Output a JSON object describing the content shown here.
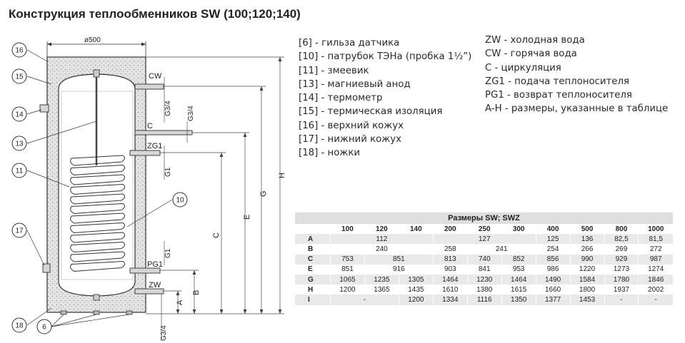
{
  "title": "Конструкция теплообменников SW (100;120;140)",
  "drawing": {
    "diameter_label": "ø500",
    "callouts": [
      "16",
      "15",
      "14",
      "13",
      "11",
      "10",
      "17",
      "18",
      "6"
    ],
    "connections": [
      "CW",
      "C",
      "ZG1",
      "PG1",
      "ZW"
    ],
    "thread_labels": [
      "G3/4",
      "G3/4",
      "G1",
      "G1",
      "G3/4"
    ],
    "dimension_letters": [
      "H",
      "G",
      "E",
      "C",
      "B",
      "A"
    ]
  },
  "legend_left": [
    "[6] - гильза датчика",
    "[10] - патрубок ТЭНа (пробка 1½”)",
    "[11] - змеевик",
    "[13] - магниевый анод",
    "[14] - термометр",
    "[15] - термическая изоляция",
    "[16] - верхний кожух",
    "[17] - нижний кожух",
    "[18] - ножки"
  ],
  "legend_right": [
    "ZW - холодная вода",
    "CW - горячая вода",
    "C - циркуляция",
    "ZG1 - подача теплоносителя",
    "PG1 - возврат теплоносителя",
    "A-H - размеры, указанные в таблице"
  ],
  "table": {
    "caption": "Размеры SW; SWZ",
    "columns": [
      "100",
      "120",
      "140",
      "200",
      "250",
      "300",
      "400",
      "500",
      "800",
      "1000"
    ],
    "rows": [
      {
        "label": "A",
        "cells": [
          {
            "text": "112",
            "span": 3
          },
          {
            "text": "127",
            "span": 3
          },
          {
            "text": "125",
            "span": 1
          },
          {
            "text": "136",
            "span": 1
          },
          {
            "text": "82,5",
            "span": 1
          },
          {
            "text": "81,5",
            "span": 1
          }
        ]
      },
      {
        "label": "B",
        "cells": [
          {
            "text": "240",
            "span": 3
          },
          {
            "text": "258",
            "span": 1
          },
          {
            "text": "241",
            "span": 2
          },
          {
            "text": "254",
            "span": 1
          },
          {
            "text": "266",
            "span": 1
          },
          {
            "text": "269",
            "span": 1
          },
          {
            "text": "272",
            "span": 1
          }
        ]
      },
      {
        "label": "C",
        "cells": [
          {
            "text": "753",
            "span": 1
          },
          {
            "text": "851",
            "span": 2
          },
          {
            "text": "813",
            "span": 1
          },
          {
            "text": "740",
            "span": 1
          },
          {
            "text": "852",
            "span": 1
          },
          {
            "text": "856",
            "span": 1
          },
          {
            "text": "990",
            "span": 1
          },
          {
            "text": "929",
            "span": 1
          },
          {
            "text": "987",
            "span": 1
          }
        ]
      },
      {
        "label": "E",
        "cells": [
          {
            "text": "851",
            "span": 1
          },
          {
            "text": "916",
            "span": 2
          },
          {
            "text": "903",
            "span": 1
          },
          {
            "text": "841",
            "span": 1
          },
          {
            "text": "953",
            "span": 1
          },
          {
            "text": "986",
            "span": 1
          },
          {
            "text": "1220",
            "span": 1
          },
          {
            "text": "1273",
            "span": 1
          },
          {
            "text": "1274",
            "span": 1
          }
        ]
      },
      {
        "label": "G",
        "cells": [
          {
            "text": "1065",
            "span": 1
          },
          {
            "text": "1235",
            "span": 1
          },
          {
            "text": "1305",
            "span": 1
          },
          {
            "text": "1464",
            "span": 1
          },
          {
            "text": "1230",
            "span": 1
          },
          {
            "text": "1464",
            "span": 1
          },
          {
            "text": "1490",
            "span": 1
          },
          {
            "text": "1584",
            "span": 1
          },
          {
            "text": "1780",
            "span": 1
          },
          {
            "text": "1846",
            "span": 1
          }
        ]
      },
      {
        "label": "H",
        "cells": [
          {
            "text": "1200",
            "span": 1
          },
          {
            "text": "1365",
            "span": 1
          },
          {
            "text": "1435",
            "span": 1
          },
          {
            "text": "1610",
            "span": 1
          },
          {
            "text": "1380",
            "span": 1
          },
          {
            "text": "1615",
            "span": 1
          },
          {
            "text": "1660",
            "span": 1
          },
          {
            "text": "1800",
            "span": 1
          },
          {
            "text": "1937",
            "span": 1
          },
          {
            "text": "2002",
            "span": 1
          }
        ]
      },
      {
        "label": "I",
        "cells": [
          {
            "text": "-",
            "span": 2
          },
          {
            "text": "1200",
            "span": 1
          },
          {
            "text": "1334",
            "span": 1
          },
          {
            "text": "1116",
            "span": 1
          },
          {
            "text": "1350",
            "span": 1
          },
          {
            "text": "1377",
            "span": 1
          },
          {
            "text": "1453",
            "span": 1
          },
          {
            "text": "-",
            "span": 1
          },
          {
            "text": "-",
            "span": 1
          }
        ]
      }
    ]
  }
}
